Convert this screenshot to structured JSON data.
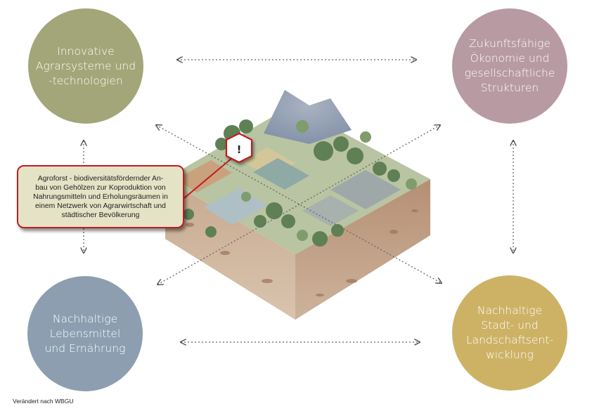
{
  "circles": {
    "top_left": "Innovative\nAgrarsysteme und\n-technologien",
    "top_right": "Zukunftsfähige\nÖkonomie und\ngesellschaftliche\nStrukturen",
    "bottom_left": "Nachhaltige\nLebensmittel\nund Ernährung",
    "bottom_right": "Nachhaltige\nStadt- und\nLandschaftsent-\nwicklung"
  },
  "callout": {
    "marker": "!",
    "text": "Agroforst - biodiversitätsfördernder An-\nbau von Gehölzen zur Koproduktion von\nNahrungsmitteln und Erholungsräumen in\neinem Netzwerk von Agrarwirtschaft und\nstädtischer Bevölkerung"
  },
  "source": "Verändert nach WBGU",
  "colors": {
    "top_left": "#a3a678",
    "top_right": "#b89aa3",
    "bottom_left": "#8c9eb0",
    "bottom_right": "#cdb266",
    "accent_red": "#c01d21"
  }
}
